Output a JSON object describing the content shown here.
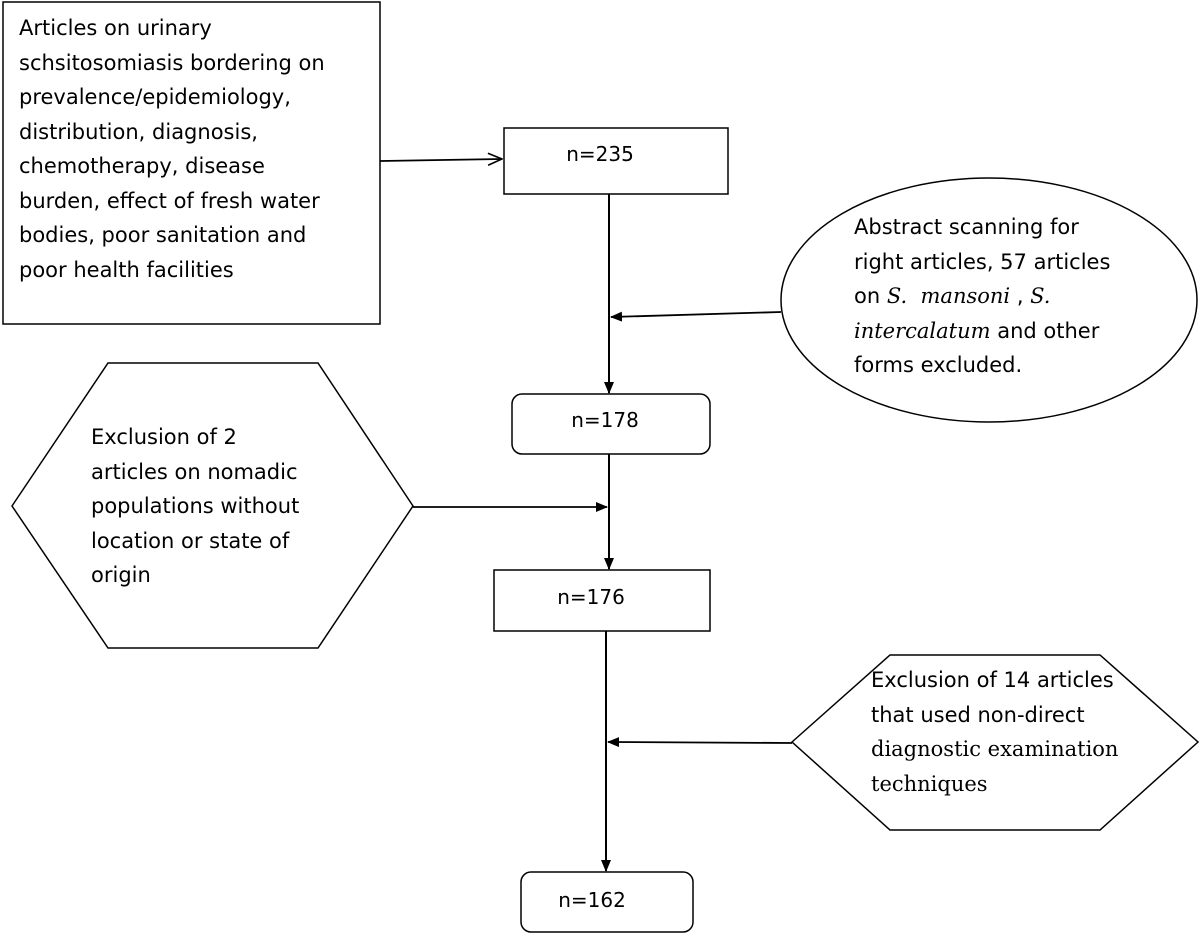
{
  "nodes": {
    "source": {
      "lines": [
        "Articles on urinary",
        "schsitosomiasis bordering on",
        "prevalence/epidemiology,",
        "distribution, diagnosis,",
        "chemotherapy, disease",
        "burden, effect of fresh water",
        "bodies, poor sanitation and",
        "poor health facilities"
      ]
    },
    "n235": "n=235",
    "n178": "n=178",
    "n176": "n=176",
    "n162": "n=162",
    "abstract_scan": {
      "line1": "Abstract scanning for",
      "line2": "right articles, 57 articles",
      "line3_pre": "on ",
      "line3_it1": "S.  mansoni",
      "line3_mid": " , ",
      "line3_it2": "S.",
      "line4_it": "intercalatum",
      "line4_post": " and other",
      "line5": "forms excluded."
    },
    "nomadic_exclusion": {
      "lines": [
        "Exclusion of 2",
        "articles on nomadic",
        "populations without",
        "location or state of",
        "origin"
      ]
    },
    "diagnostic_exclusion": {
      "line1": "Exclusion of 14 articles",
      "line2": "that used non-direct",
      "line3": "diagnostic examination",
      "line4": "techniques"
    }
  }
}
